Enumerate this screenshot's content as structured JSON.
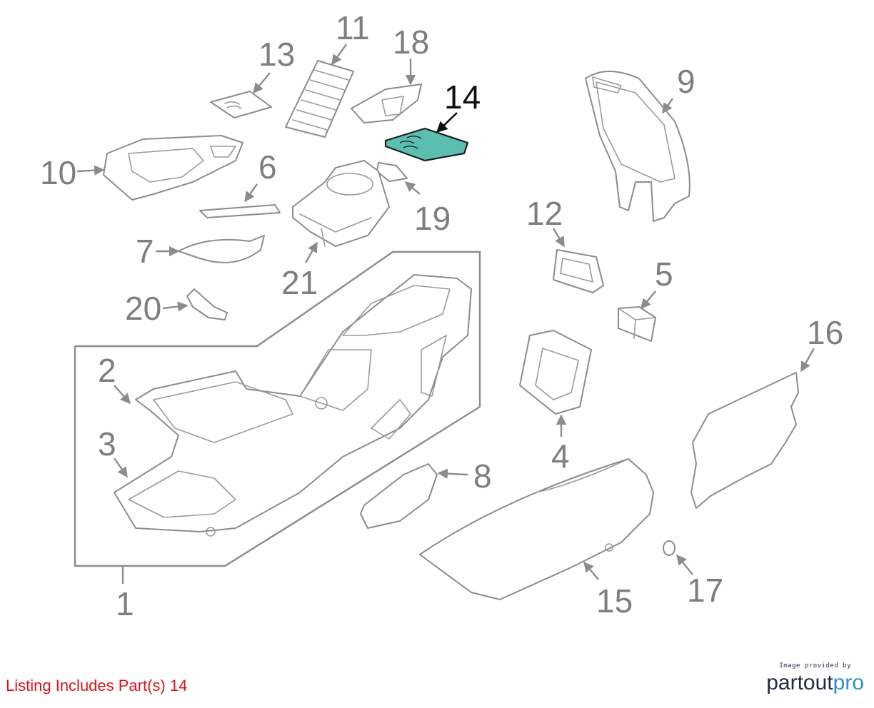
{
  "diagram": {
    "highlighted_part": "14",
    "highlight_color": "#5bbfb0",
    "callouts": [
      "1",
      "2",
      "3",
      "4",
      "5",
      "6",
      "7",
      "8",
      "9",
      "10",
      "11",
      "12",
      "13",
      "14",
      "15",
      "16",
      "17",
      "18",
      "19",
      "20",
      "21"
    ]
  },
  "listing": {
    "text": "Listing Includes Part(s) 14",
    "color": "#d8161c"
  },
  "credit": {
    "caption": "Image provided by",
    "brand_part1": "partout",
    "brand_part2": "pro",
    "brand_color": "#1f2a44",
    "accent_color": "#2f8fd0"
  }
}
